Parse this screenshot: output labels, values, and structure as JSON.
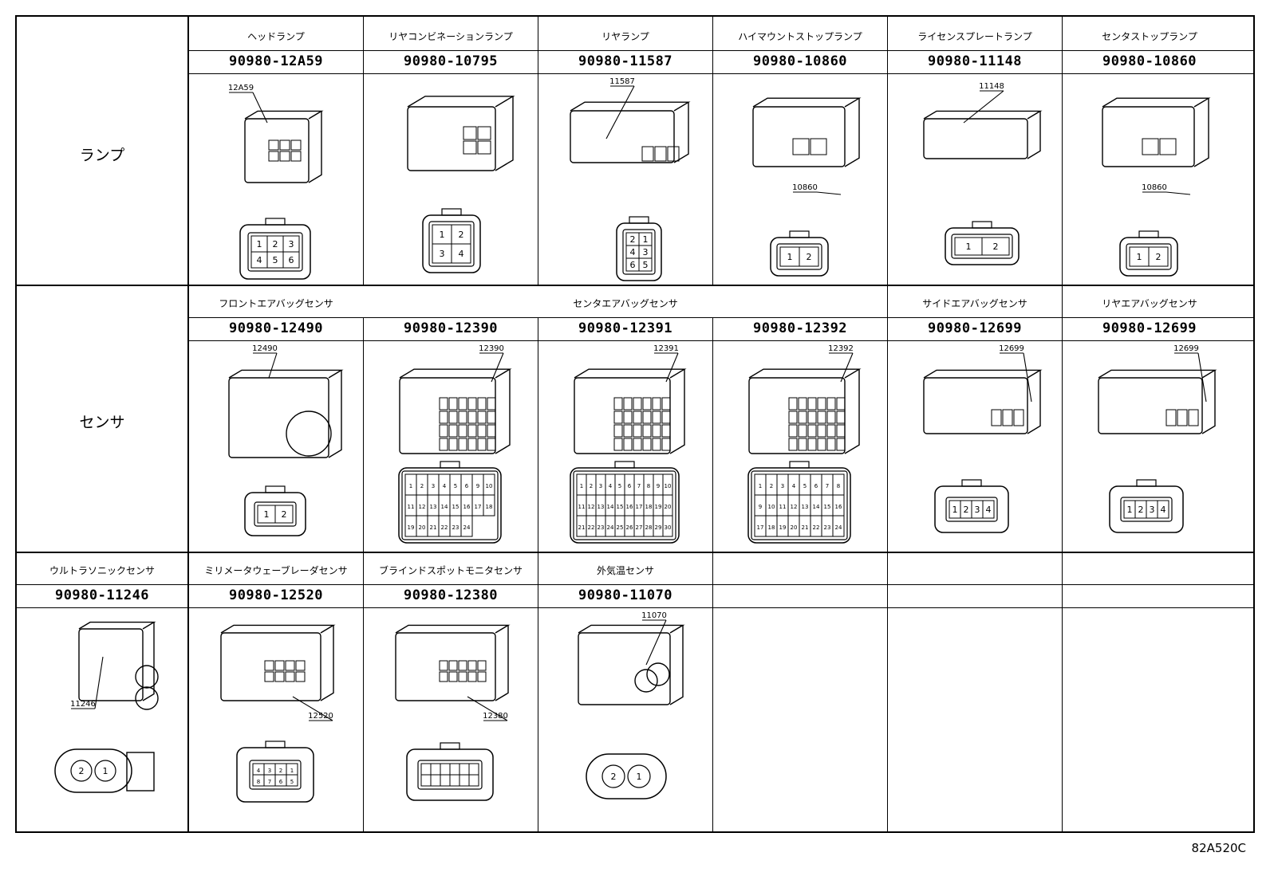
{
  "categories": {
    "lamp": "ランプ",
    "sensor": "センサ"
  },
  "rows": [
    {
      "id": "lamp",
      "columns": [
        {
          "name": "ヘッドランプ",
          "part": "90980-12A59",
          "code": "12A59",
          "pins": [
            "1",
            "2",
            "3",
            "4",
            "5",
            "6"
          ]
        },
        {
          "name": "リヤコンビネーションランプ",
          "part": "90980-10795",
          "code": "",
          "pins": [
            "1",
            "2",
            "3",
            "4"
          ]
        },
        {
          "name": "リヤランプ",
          "part": "90980-11587",
          "code": "11587",
          "pins": [
            "2",
            "1",
            "4",
            "3",
            "6",
            "5"
          ]
        },
        {
          "name": "ハイマウントストップランプ",
          "part": "90980-10860",
          "code": "10860",
          "pins": [
            "1",
            "2"
          ]
        },
        {
          "name": "ライセンスプレートランプ",
          "part": "90980-11148",
          "code": "11148",
          "pins": [
            "1",
            "2"
          ]
        },
        {
          "name": "センタストップランプ",
          "part": "90980-10860",
          "code": "10860",
          "pins": [
            "1",
            "2"
          ]
        }
      ]
    },
    {
      "id": "sensor",
      "columns": [
        {
          "name": "フロントエアバッグセンサ",
          "part": "90980-12490",
          "code": "12490",
          "pins": [
            "1",
            "2"
          ]
        },
        {
          "name": "センタエアバッグセンサ",
          "part": "90980-12390",
          "code": "12390",
          "pins": [
            "1",
            "2",
            "3",
            "4",
            "5",
            "6",
            "9",
            "10",
            "11",
            "12",
            "13",
            "14",
            "15",
            "16",
            "17",
            "18",
            "19",
            "20",
            "21",
            "22",
            "23",
            "24"
          ]
        },
        {
          "name": "",
          "part": "90980-12391",
          "code": "12391",
          "pins": [
            "1",
            "2",
            "3",
            "4",
            "5",
            "6",
            "7",
            "8",
            "9",
            "10",
            "11",
            "12",
            "13",
            "14",
            "15",
            "16",
            "17",
            "18",
            "19",
            "20",
            "21",
            "22",
            "23",
            "24",
            "25",
            "26",
            "27",
            "28",
            "29",
            "30"
          ]
        },
        {
          "name": "",
          "part": "90980-12392",
          "code": "12392",
          "pins": [
            "1",
            "2",
            "3",
            "4",
            "5",
            "6",
            "7",
            "8",
            "9",
            "10",
            "11",
            "12",
            "13",
            "14",
            "15",
            "16",
            "17",
            "18",
            "19",
            "20",
            "21",
            "22",
            "23",
            "24"
          ]
        },
        {
          "name": "サイドエアバッグセンサ",
          "part": "90980-12699",
          "code": "12699",
          "pins": [
            "1",
            "2",
            "3",
            "4"
          ]
        },
        {
          "name": "リヤエアバッグセンサ",
          "part": "90980-12699",
          "code": "12699",
          "pins": [
            "1",
            "2",
            "3",
            "4"
          ]
        }
      ]
    },
    {
      "id": "other",
      "columns": [
        {
          "name": "ウルトラソニックセンサ",
          "part": "90980-11246",
          "code": "11246",
          "pins": [
            "2",
            "1"
          ]
        },
        {
          "name": "ミリメータウェーブレーダセンサ",
          "part": "90980-12520",
          "code": "12520",
          "pins": [
            "4",
            "3",
            "2",
            "1",
            "8",
            "7",
            "6",
            "5"
          ]
        },
        {
          "name": "ブラインドスポットモニタセンサ",
          "part": "90980-12380",
          "code": "12380",
          "pins": []
        },
        {
          "name": "外気温センサ",
          "part": "90980-11070",
          "code": "11070",
          "pins": [
            "2",
            "1"
          ]
        },
        {
          "name": "",
          "part": "",
          "code": "",
          "pins": []
        },
        {
          "name": "",
          "part": "",
          "code": "",
          "pins": []
        },
        {
          "name": "",
          "part": "",
          "code": "",
          "pins": []
        }
      ]
    }
  ],
  "figure_ref": "82A520C"
}
